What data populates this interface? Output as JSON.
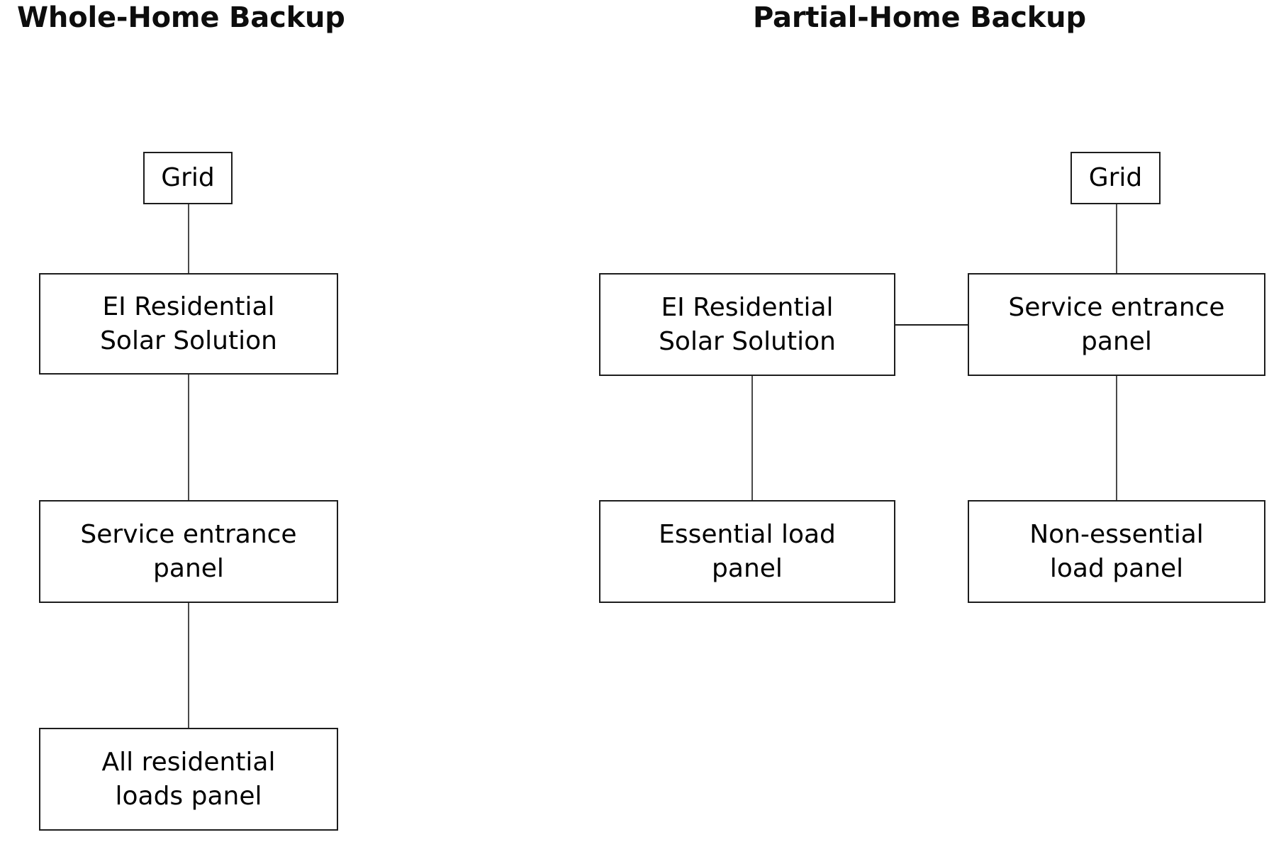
{
  "diagram": {
    "background_color": "#ffffff",
    "line_color": "#1d1d1d",
    "box_border_color": "#1d1d1d",
    "text_color": "#000000",
    "panels": [
      {
        "id": "whole-home",
        "title": "Whole-Home Backup",
        "nodes": [
          {
            "id": "grid-left",
            "label": "Grid"
          },
          {
            "id": "ei-left",
            "label": "EI Residential\nSolar Solution"
          },
          {
            "id": "service-left",
            "label": "Service entrance\npanel"
          },
          {
            "id": "allloads-left",
            "label": "All residential\nloads panel"
          }
        ],
        "edges": [
          {
            "from": "grid-left",
            "to": "ei-left",
            "orientation": "vertical"
          },
          {
            "from": "ei-left",
            "to": "service-left",
            "orientation": "vertical"
          },
          {
            "from": "service-left",
            "to": "allloads-left",
            "orientation": "vertical"
          }
        ]
      },
      {
        "id": "partial-home",
        "title": "Partial-Home Backup",
        "nodes": [
          {
            "id": "grid-right",
            "label": "Grid"
          },
          {
            "id": "ei-right",
            "label": "EI Residential\nSolar Solution"
          },
          {
            "id": "service-right",
            "label": "Service entrance\npanel"
          },
          {
            "id": "essential-right",
            "label": "Essential load\npanel"
          },
          {
            "id": "nonessential-right",
            "label": "Non-essential\nload panel"
          }
        ],
        "edges": [
          {
            "from": "grid-right",
            "to": "service-right",
            "orientation": "vertical"
          },
          {
            "from": "ei-right",
            "to": "service-right",
            "orientation": "horizontal"
          },
          {
            "from": "ei-right",
            "to": "essential-right",
            "orientation": "vertical"
          },
          {
            "from": "service-right",
            "to": "nonessential-right",
            "orientation": "vertical"
          }
        ]
      }
    ]
  }
}
